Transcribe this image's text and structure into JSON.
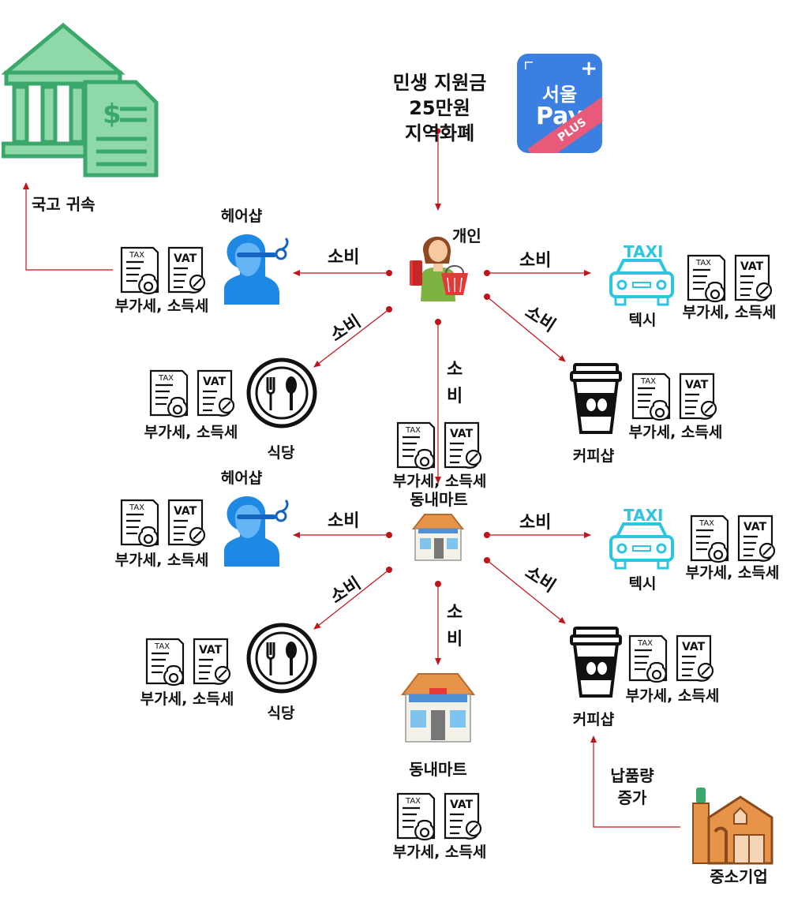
{
  "title": {
    "line1": "민생 지원금",
    "line2": "25만원",
    "line3": "지역화폐"
  },
  "pay_badge": {
    "top": "서울",
    "main": "Pay",
    "ribbon": "PLUS",
    "plus_sign": "+"
  },
  "treasury": {
    "label": "국고 귀속"
  },
  "person": {
    "label": "개인"
  },
  "tax_label": "부가세, 소득세",
  "consume_label": "소비",
  "consume_vertical": [
    "소",
    "비"
  ],
  "shops": {
    "hair": "헤어샵",
    "restaurant": "식당",
    "taxi": "텍시",
    "coffee": "커피샵",
    "mart": "동내마트"
  },
  "sme": {
    "label": "중소기업",
    "delivery_line1": "납품량",
    "delivery_line2": "증가"
  },
  "tax_doc_text": {
    "tax": "TAX",
    "vat": "VAT"
  },
  "taxi_sign": "TAXI",
  "colors": {
    "arrow": "#c0141b",
    "bank_green": "#3aa86b",
    "bank_light": "#8fd9a8",
    "hair_blue": "#1e88e5",
    "taxi_cyan": "#2ec5e0",
    "pay_blue": "#3b7fe0",
    "pay_pink": "#e85a7a",
    "factory_orange": "#e8934a"
  }
}
